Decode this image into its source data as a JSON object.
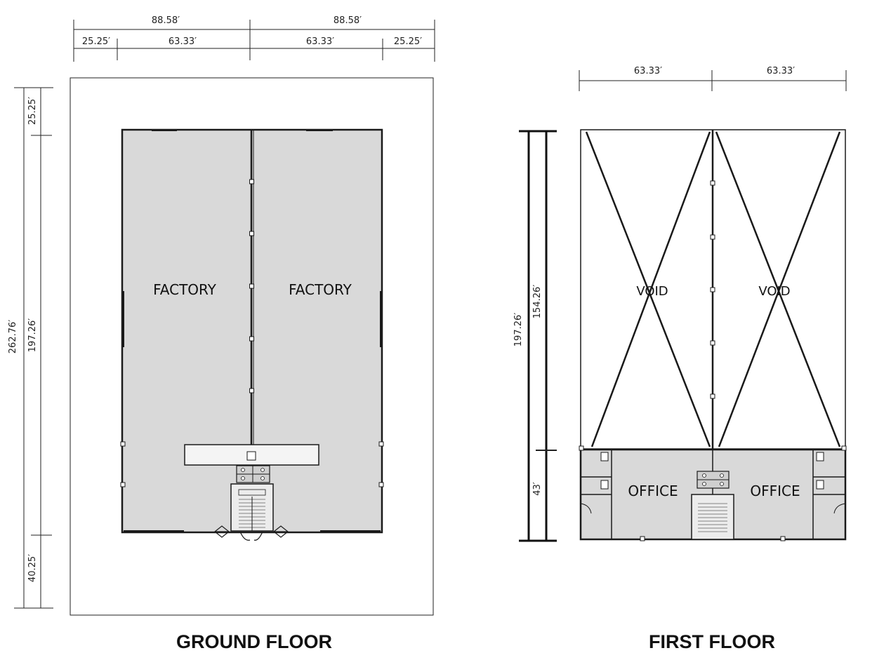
{
  "ground_floor": {
    "caption": "GROUND FLOOR",
    "top_dims": [
      "88.58′",
      "88.58′"
    ],
    "sub_dims": [
      "25.25′",
      "63.33′",
      "63.33′",
      "25.25′"
    ],
    "left_outer_dim": "262.76′",
    "left_dims": [
      "25.25′",
      "197.26′",
      "40.25′"
    ],
    "rooms": [
      "FACTORY",
      "FACTORY"
    ]
  },
  "first_floor": {
    "caption": "FIRST FLOOR",
    "top_dims": [
      "63.33′",
      "63.33′"
    ],
    "left_outer_dim": "197.26′",
    "left_dims": [
      "154.26′",
      "43′"
    ],
    "rooms": [
      "VOID",
      "VOID",
      "OFFICE",
      "OFFICE"
    ]
  },
  "colors": {
    "floor_fill": "#d9d9d9",
    "line": "#1a1a1a"
  }
}
